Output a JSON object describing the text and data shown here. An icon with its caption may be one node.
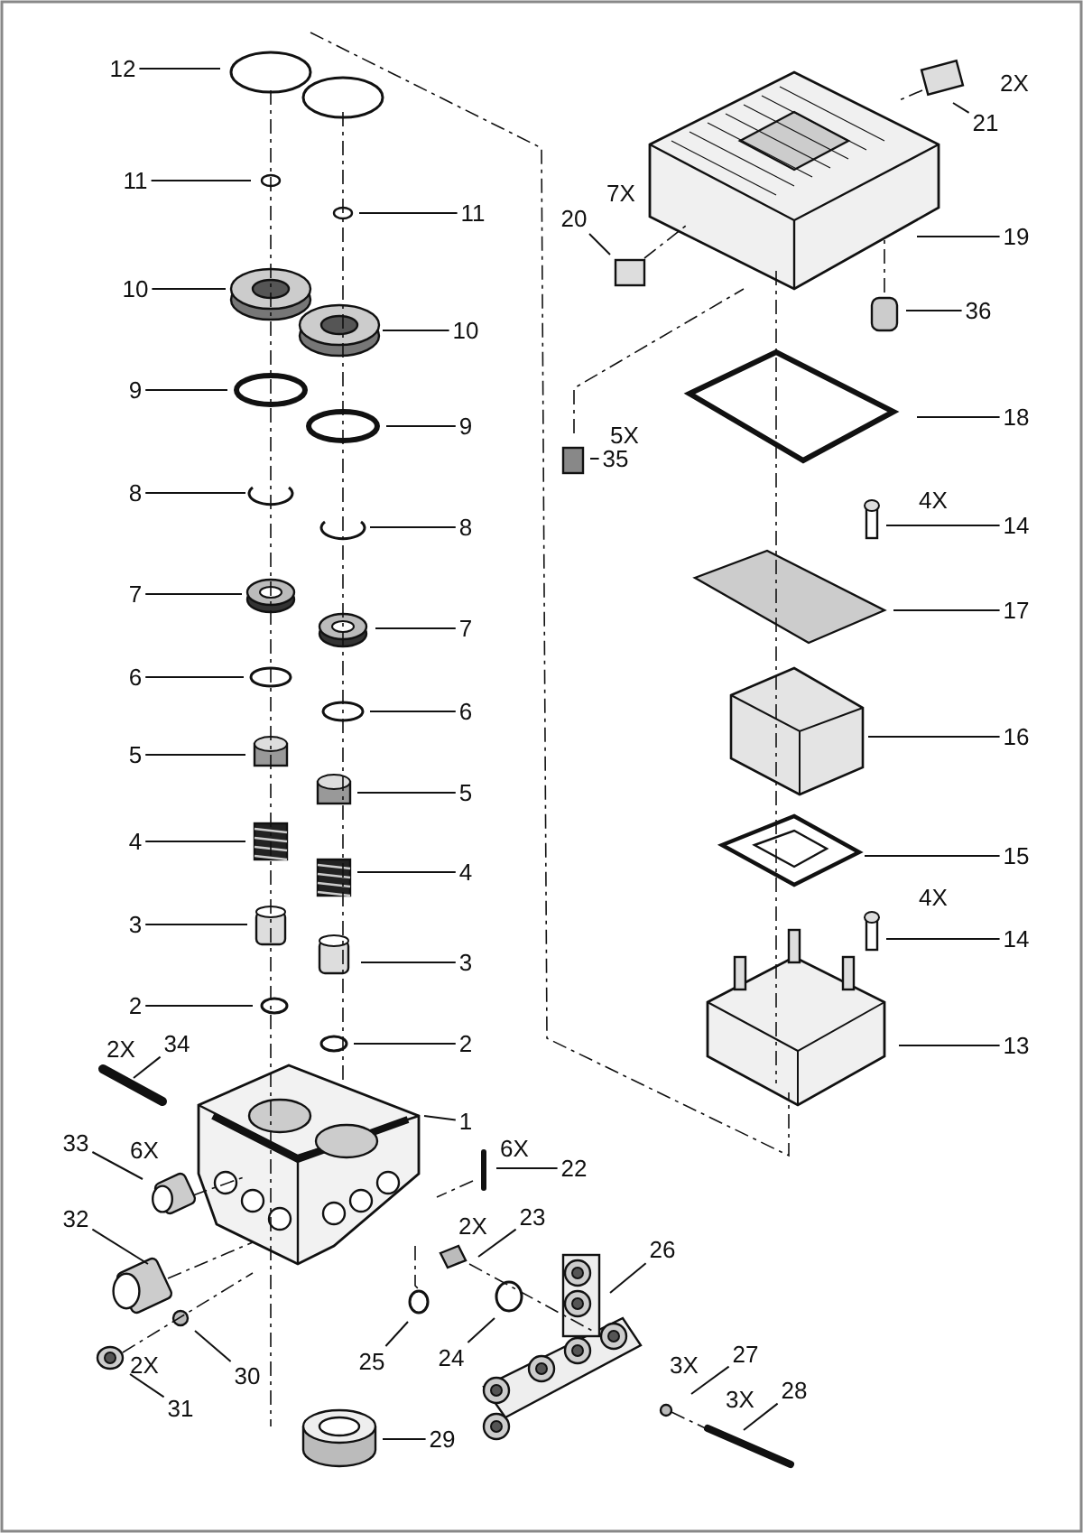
{
  "diagram": {
    "nodes": [
      {
        "text": [
          "12"
        ]
      },
      {
        "text": [
          "21"
        ],
        "beside": [
          "2X"
        ]
      },
      {
        "text": [
          "11"
        ]
      },
      {
        "text": [
          "11"
        ]
      },
      {
        "text": [
          "20"
        ],
        "beside": [
          "7X"
        ]
      },
      {
        "text": [
          "19"
        ]
      },
      {
        "text": [
          "10"
        ]
      },
      {
        "text": [
          "36"
        ]
      },
      {
        "text": [
          "10"
        ]
      },
      {
        "text": [
          "9"
        ]
      },
      {
        "text": [
          "18"
        ]
      },
      {
        "text": [
          "9"
        ]
      },
      {
        "text": [
          "35"
        ],
        "beside": [
          "5X"
        ]
      },
      {
        "text": [
          "8"
        ]
      },
      {
        "text": [
          "14"
        ],
        "beside": [
          "4X"
        ]
      },
      {
        "text": [
          "8"
        ]
      },
      {
        "text": [
          "7"
        ]
      },
      {
        "text": [
          "17"
        ]
      },
      {
        "text": [
          "7"
        ]
      },
      {
        "text": [
          "6"
        ]
      },
      {
        "text": [
          "6"
        ]
      },
      {
        "text": [
          "16"
        ]
      },
      {
        "text": [
          "5"
        ]
      },
      {
        "text": [
          "5"
        ]
      },
      {
        "text": [
          "4"
        ]
      },
      {
        "text": [
          "15"
        ]
      },
      {
        "text": [
          "4"
        ]
      },
      {
        "text": [
          "3"
        ]
      },
      {
        "text": [
          "14"
        ],
        "beside": [
          "4X"
        ]
      },
      {
        "text": [
          "3"
        ]
      },
      {
        "text": [
          "2"
        ]
      },
      {
        "text": [
          "13"
        ]
      },
      {
        "text": [
          "2"
        ]
      },
      {
        "text": [
          "34"
        ],
        "beside": [
          "2X"
        ]
      },
      {
        "text": [
          "1"
        ]
      },
      {
        "text": [
          "33"
        ],
        "beside": [
          "6X"
        ]
      },
      {
        "text": [
          "22"
        ],
        "beside": [
          "6X"
        ]
      },
      {
        "text": [
          "32"
        ]
      },
      {
        "text": [
          "23"
        ],
        "beside": [
          "2X"
        ]
      },
      {
        "text": [
          "26"
        ]
      },
      {
        "text": [
          "25"
        ]
      },
      {
        "text": [
          "24"
        ]
      },
      {
        "text": [
          "30"
        ]
      },
      {
        "text": [
          "31"
        ],
        "beside": [
          "2X"
        ]
      },
      {
        "text": [
          "27"
        ],
        "beside": [
          "3X"
        ]
      },
      {
        "text": [
          "28"
        ],
        "beside": [
          "3X"
        ]
      },
      {
        "text": [
          "29"
        ]
      }
    ],
    "edges": [
      {
        "from": 0,
        "to": null,
        "arrow": "none"
      },
      {
        "from": 1,
        "to": null,
        "arrow": "none"
      },
      {
        "from": 2,
        "to": null,
        "arrow": "none"
      },
      {
        "from": 3,
        "to": null,
        "arrow": "none"
      },
      {
        "from": 4,
        "to": null,
        "arrow": "none"
      },
      {
        "from": 5,
        "to": null,
        "arrow": "none"
      },
      {
        "from": 6,
        "to": null,
        "arrow": "none"
      },
      {
        "from": 7,
        "to": null,
        "arrow": "none"
      },
      {
        "from": 8,
        "to": null,
        "arrow": "none"
      },
      {
        "from": 9,
        "to": null,
        "arrow": "none"
      },
      {
        "from": 10,
        "to": null,
        "arrow": "none"
      },
      {
        "from": 11,
        "to": null,
        "arrow": "none"
      },
      {
        "from": 12,
        "to": null,
        "arrow": "none"
      },
      {
        "from": 13,
        "to": null,
        "arrow": "none"
      },
      {
        "from": 14,
        "to": null,
        "arrow": "none"
      },
      {
        "from": 15,
        "to": null,
        "arrow": "none"
      },
      {
        "from": 16,
        "to": null,
        "arrow": "none"
      },
      {
        "from": 17,
        "to": null,
        "arrow": "none"
      },
      {
        "from": 18,
        "to": null,
        "arrow": "none"
      },
      {
        "from": 19,
        "to": null,
        "arrow": "none"
      },
      {
        "from": 20,
        "to": null,
        "arrow": "none"
      },
      {
        "from": 21,
        "to": null,
        "arrow": "none"
      },
      {
        "from": 22,
        "to": null,
        "arrow": "none"
      },
      {
        "from": 23,
        "to": null,
        "arrow": "none"
      },
      {
        "from": 24,
        "to": null,
        "arrow": "none"
      },
      {
        "from": 25,
        "to": null,
        "arrow": "none"
      },
      {
        "from": 26,
        "to": null,
        "arrow": "none"
      },
      {
        "from": 27,
        "to": null,
        "arrow": "none"
      },
      {
        "from": 28,
        "to": null,
        "arrow": "none"
      },
      {
        "from": 29,
        "to": null,
        "arrow": "none"
      },
      {
        "from": 30,
        "to": null,
        "arrow": "none"
      },
      {
        "from": 31,
        "to": null,
        "arrow": "none"
      },
      {
        "from": 32,
        "to": null,
        "arrow": "none"
      },
      {
        "from": 33,
        "to": null,
        "arrow": "none"
      },
      {
        "from": 34,
        "to": null,
        "arrow": "none"
      },
      {
        "from": 35,
        "to": null,
        "arrow": "none"
      },
      {
        "from": 36,
        "to": null,
        "arrow": "none"
      },
      {
        "from": 37,
        "to": null,
        "arrow": "none"
      },
      {
        "from": 38,
        "to": null,
        "arrow": "none"
      },
      {
        "from": 39,
        "to": null,
        "arrow": "none"
      },
      {
        "from": 40,
        "to": null,
        "arrow": "none"
      },
      {
        "from": 41,
        "to": null,
        "arrow": "none"
      },
      {
        "from": 42,
        "to": null,
        "arrow": "none"
      },
      {
        "from": 43,
        "to": null,
        "arrow": "none"
      },
      {
        "from": 44,
        "to": null,
        "arrow": "none"
      },
      {
        "from": 45,
        "to": null,
        "arrow": "none"
      },
      {
        "from": 46,
        "to": null,
        "arrow": "none"
      }
    ]
  }
}
